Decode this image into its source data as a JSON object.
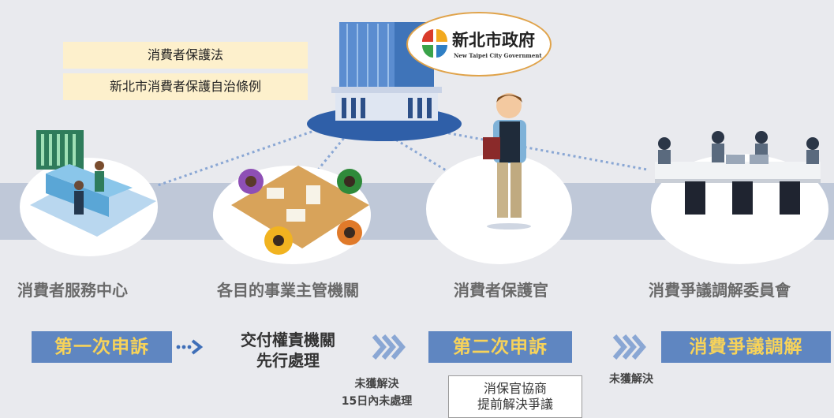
{
  "laws": [
    "消費者保護法",
    "新北市消費者保護自治條例"
  ],
  "government": {
    "logo_name": "新北市政府",
    "logo_sub": "New Taipei City Government"
  },
  "stations": [
    {
      "label": "消費者服務中心"
    },
    {
      "label": "各目的事業主管機關"
    },
    {
      "label": "消費者保護官"
    },
    {
      "label": "消費爭議調解委員會"
    }
  ],
  "process": {
    "step1": "第一次申訴",
    "handoff_line1": "交付權責機關",
    "handoff_line2": "先行處理",
    "step2": "第二次申訴",
    "step3": "消費爭議調解",
    "unresolved_1a": "未獲解決",
    "unresolved_1b": "15日內未處理",
    "negotiate_line1": "消保官協商",
    "negotiate_line2": "提前解決爭議",
    "unresolved_2": "未獲解決"
  },
  "colors": {
    "step_box": "#5f86c1",
    "step_text": "#f7d35a",
    "band": "#bfc8d8",
    "law_box": "#fdf0cc"
  }
}
